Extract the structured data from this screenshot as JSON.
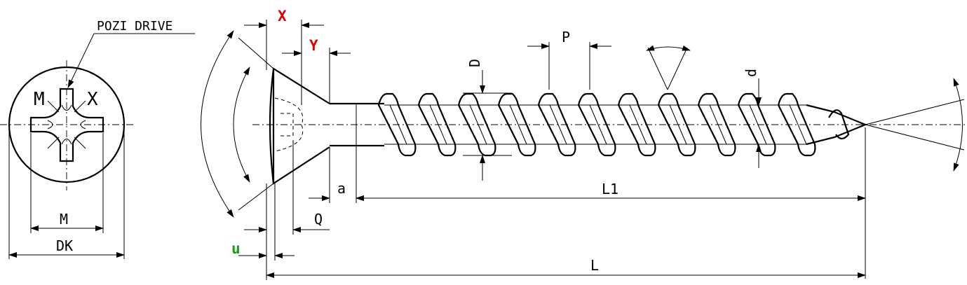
{
  "drawing": {
    "labels": {
      "pozi_drive": "POZI DRIVE",
      "head_m_left": "M",
      "head_x_right": "X",
      "m": "M",
      "dk": "DK",
      "x": "X",
      "y": "Y",
      "d_major": "D",
      "p": "P",
      "d_minor": "d",
      "a": "a",
      "l1": "L1",
      "q": "Q",
      "u": "u",
      "l": "L"
    },
    "colors": {
      "line": "#000000",
      "x_label": "#e00000",
      "y_label": "#e00000",
      "u_label": "#1a9a1a"
    }
  }
}
